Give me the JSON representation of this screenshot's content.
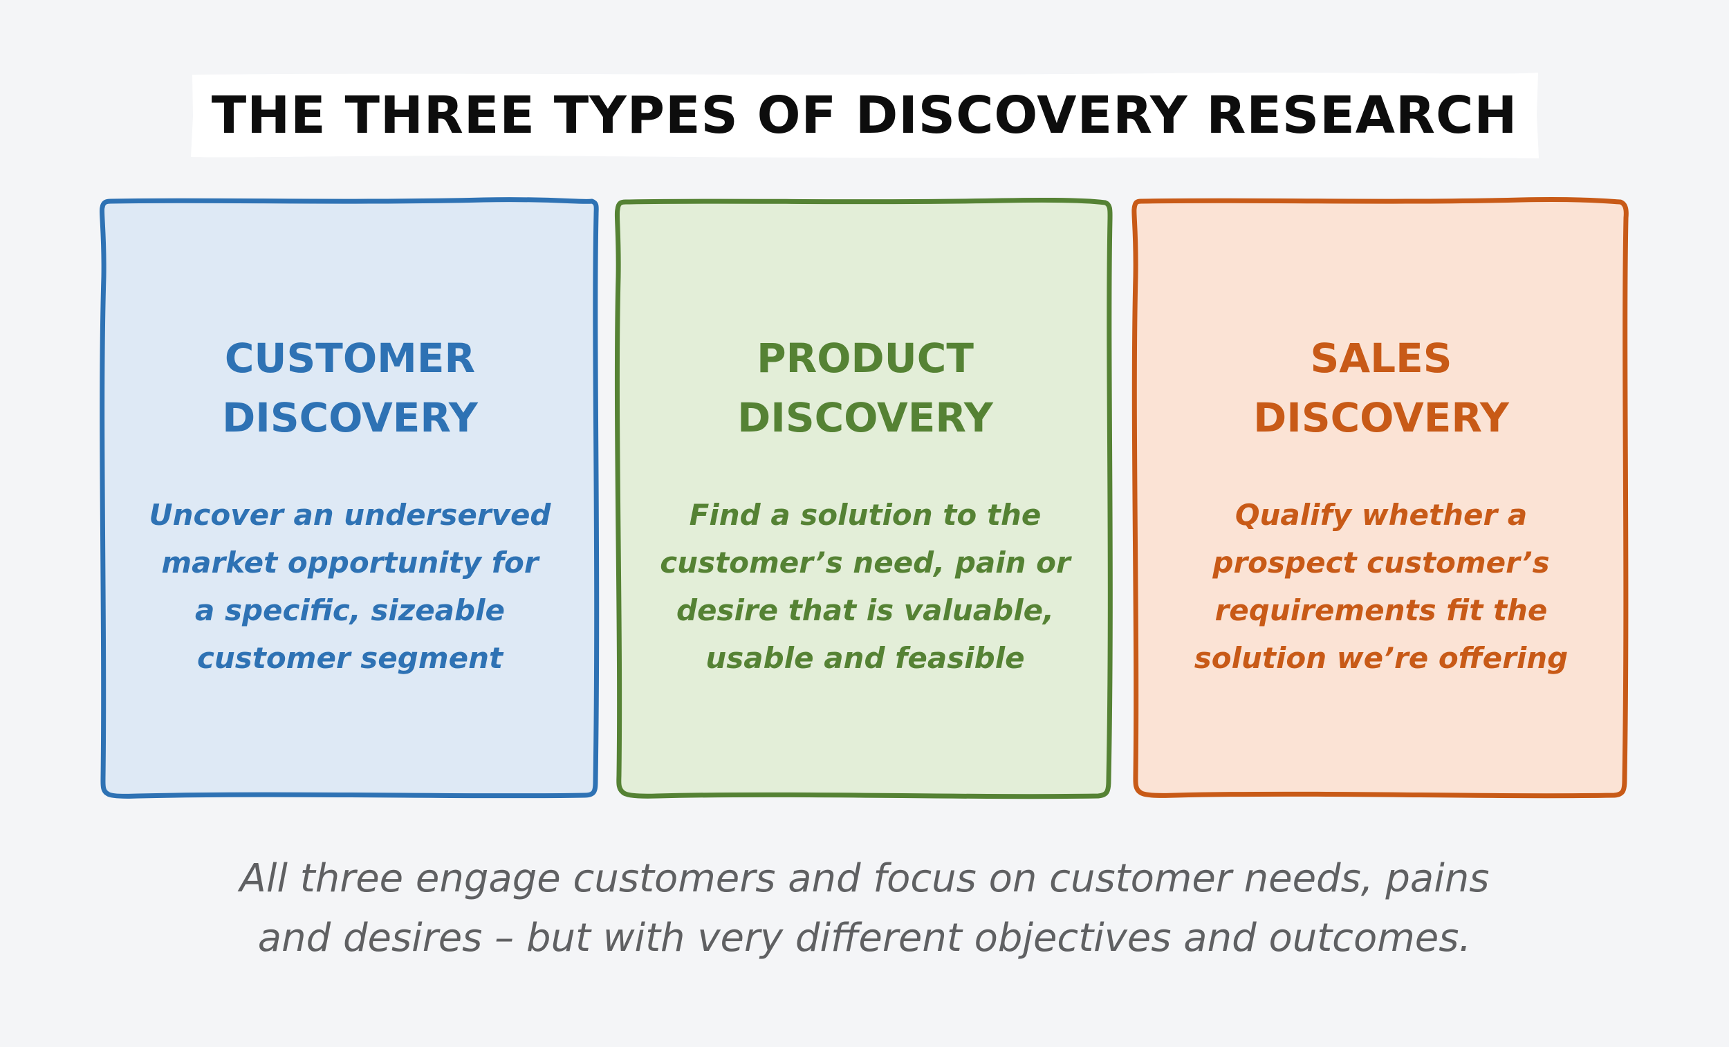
{
  "title": "THE THREE TYPES OF DISCOVERY RESEARCH",
  "colors": {
    "background": "#f4f5f7",
    "title_banner": "#ffffff",
    "title_text": "#0d0d0d",
    "footer_text": "#5f6062"
  },
  "cards": [
    {
      "title": "CUSTOMER\nDISCOVERY",
      "description": "Uncover an underserved\nmarket opportunity for\na specific, sizeable\ncustomer segment",
      "border_color": "#2e72b4",
      "fill_color": "#dee9f5",
      "text_color": "#2e72b4"
    },
    {
      "title": "PRODUCT\nDISCOVERY",
      "description": "Find a solution to the\ncustomer’s need, pain or\ndesire that is valuable,\nusable and feasible",
      "border_color": "#558234",
      "fill_color": "#e3eed8",
      "text_color": "#558234"
    },
    {
      "title": "SALES\nDISCOVERY",
      "description": "Qualify whether a\nprospect customer’s\nrequirements fit the\nsolution we’re offering",
      "border_color": "#c85a17",
      "fill_color": "#fbe3d5",
      "text_color": "#c85a17"
    }
  ],
  "footer": "All three engage customers and focus on customer needs, pains\nand desires – but with very different objectives and outcomes."
}
